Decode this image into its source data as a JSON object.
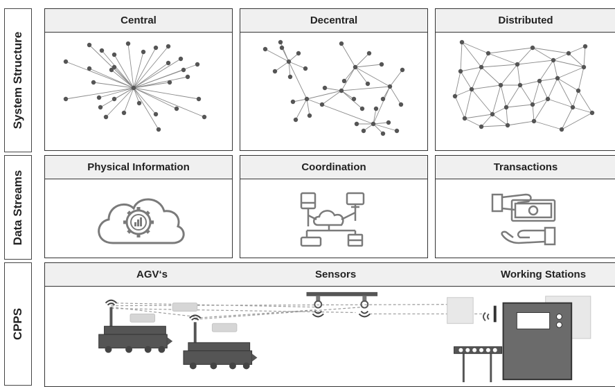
{
  "side_labels": {
    "system_structure": "System Structure",
    "data_streams": "Data Streams",
    "cpps": "CPPS"
  },
  "system_structure": {
    "central": "Central",
    "decentral": "Decentral",
    "distributed": "Distributed"
  },
  "data_streams": {
    "physical_information": "Physical Information",
    "coordination": "Coordination",
    "transactions": "Transactions"
  },
  "cpps": {
    "agvs": "AGV‘s",
    "sensors": "Sensors",
    "working_stations": "Working Stations"
  },
  "colors": {
    "node": "#555555",
    "edge": "#8a8a8a",
    "icon": "#7a7a7a",
    "header_bg": "#f0f0f0",
    "machine": "#6b6b6b"
  },
  "icons": {
    "physical_information": "cloud-gear-icon",
    "coordination": "network-cloud-icon",
    "transactions": "payment-hand-icon"
  }
}
